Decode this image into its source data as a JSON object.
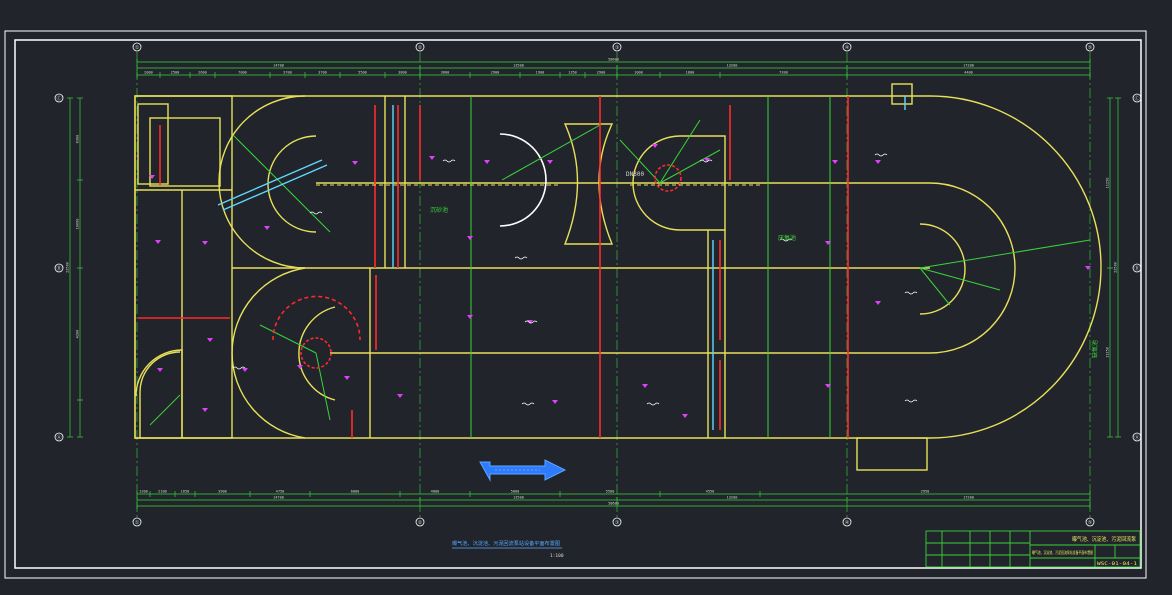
{
  "drawing": {
    "column_axes": [
      "①",
      "②",
      "③",
      "④",
      "⑤"
    ],
    "row_axes": [
      "Ⓒ",
      "Ⓑ",
      "Ⓐ"
    ],
    "overall_dim_top": "58600",
    "overall_dim_bottom": "58600",
    "seg_dims_top": [
      "2000",
      "2500",
      "2600",
      "7000",
      "3700",
      "3700",
      "5500",
      "3800",
      "3600",
      "2900",
      "1900",
      "1350",
      "2900",
      "1000",
      "1800",
      "7200",
      "4400"
    ],
    "seg_dims_bottom": [
      "1200",
      "2100",
      "1650",
      "3900",
      "4750",
      "6800",
      "4800",
      "5800",
      "5500",
      "4550",
      "2950"
    ],
    "axis_dims_top": [
      "14700",
      "13500",
      "13200",
      "17200"
    ],
    "axis_dims_bottom": [
      "14700",
      "13500",
      "13200",
      "17200"
    ],
    "left_dims": [
      "22500",
      "8300",
      "10000",
      "4200"
    ],
    "right_dims": [
      "22500",
      "11250",
      "11250"
    ],
    "tag_label": "DN300",
    "room_labels": [
      "沉砂池",
      "厌氧池",
      "缺氧池"
    ],
    "plan_title": "曝气池、沉淀池、污泥回流泵站设备平面布置图",
    "plan_scale": "1:100",
    "title_block": {
      "project": "曝气池、沉淀池、污泥回流泵",
      "drawing_name": "曝气池、沉淀池、污泥回流泵站设备平面布置图",
      "drawing_no": "WSC-01-04-1"
    },
    "colors": {
      "background": "#21252b",
      "walls": "#e8e05a",
      "frame": "#ffffff",
      "dimension": "#3ad23a",
      "pipe_red": "#ff2a2a",
      "pipe_cyan": "#5fd7ff",
      "marker": "#e040fb",
      "arrow": "#2f7bff"
    }
  }
}
